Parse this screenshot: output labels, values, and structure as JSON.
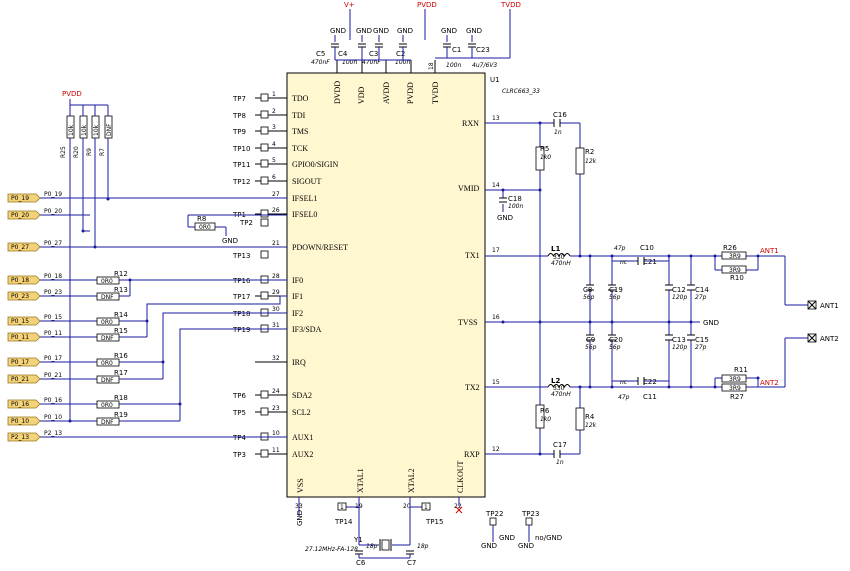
{
  "ic": {
    "ref": "U1",
    "part": "CLRC663_33"
  },
  "rails": {
    "vplus": "V+",
    "pvdd_top": "PVDD",
    "tvdd": "TVDD",
    "pvdd_left": "PVDD"
  },
  "left_pins": [
    {
      "tp": "TP7",
      "num": "1",
      "name": "TDO"
    },
    {
      "tp": "TP8",
      "num": "2",
      "name": "TDI"
    },
    {
      "tp": "TP9",
      "num": "3",
      "name": "TMS"
    },
    {
      "tp": "TP10",
      "num": "4",
      "name": "TCK"
    },
    {
      "tp": "TP11",
      "num": "5",
      "name": "GPIO0/SIGIN"
    },
    {
      "tp": "TP12",
      "num": "6",
      "name": "SIGOUT"
    },
    {
      "tp": "",
      "num": "27",
      "name": "IFSEL1"
    },
    {
      "tp": "TP1",
      "num": "26",
      "name": "IFSEL0"
    },
    {
      "tp": "",
      "num": "21",
      "name": "PDOWN/RESET"
    },
    {
      "tp": "TP13",
      "num": "",
      "name": ""
    },
    {
      "tp": "TP16",
      "num": "28",
      "name": "IF0"
    },
    {
      "tp": "TP17",
      "num": "29",
      "name": "IF1"
    },
    {
      "tp": "TP18",
      "num": "30",
      "name": "IF2"
    },
    {
      "tp": "TP19",
      "num": "31",
      "name": "IF3/SDA"
    },
    {
      "tp": "",
      "num": "32",
      "name": "IRQ"
    },
    {
      "tp": "TP6",
      "num": "24",
      "name": "SDA2"
    },
    {
      "tp": "TP5",
      "num": "23",
      "name": "SCL2"
    },
    {
      "tp": "TP4",
      "num": "10",
      "name": "AUX1"
    },
    {
      "tp": "TP3",
      "num": "11",
      "name": "AUX2"
    }
  ],
  "tp2": "TP2",
  "top_pins": [
    "DVDD",
    "VDD",
    "AVDD",
    "PVDD",
    "TVDD"
  ],
  "top_pin_18": "18",
  "right_pins": [
    {
      "num": "13",
      "name": "RXN"
    },
    {
      "num": "14",
      "name": "VMID"
    },
    {
      "num": "17",
      "name": "TX1"
    },
    {
      "num": "16",
      "name": "TVSS"
    },
    {
      "num": "15",
      "name": "TX2"
    },
    {
      "num": "12",
      "name": "RXP"
    }
  ],
  "bottom_pins": [
    {
      "num": "33",
      "name": "VSS"
    },
    {
      "num": "19",
      "name": "XTAL1"
    },
    {
      "num": "20",
      "name": "XTAL2"
    },
    {
      "num": "22",
      "name": "CLKOUT"
    }
  ],
  "ports": [
    "P0_19",
    "P0_20",
    "P0_27",
    "P0_18",
    "P0_23",
    "P0_15",
    "P0_11",
    "P0_17",
    "P0_21",
    "P0_16",
    "P0_10",
    "P2_13"
  ],
  "nets": [
    "P0_19",
    "P0_20",
    "P0_27",
    "P0_18",
    "P0_23",
    "P0_15",
    "P0_11",
    "P0_17",
    "P0_21",
    "P0_16",
    "P0_10",
    "P2_13"
  ],
  "pullups": [
    {
      "ref": "R25",
      "val": "10k"
    },
    {
      "ref": "R20",
      "val": "10k"
    },
    {
      "ref": "R9",
      "val": "10k"
    },
    {
      "ref": "R7",
      "val": "DNF"
    }
  ],
  "series_res": [
    {
      "ref": "R12",
      "val": "0R0"
    },
    {
      "ref": "R13",
      "val": "DNF"
    },
    {
      "ref": "R14",
      "val": "0R0"
    },
    {
      "ref": "R15",
      "val": "DNF"
    },
    {
      "ref": "R16",
      "val": "0R0"
    },
    {
      "ref": "R17",
      "val": "DNF"
    },
    {
      "ref": "R18",
      "val": "0R0"
    },
    {
      "ref": "R19",
      "val": "DNF"
    }
  ],
  "r8": {
    "ref": "R8",
    "val": "0R0"
  },
  "gnd": "GND",
  "top_caps": [
    {
      "ref": "C5",
      "val": "470nF"
    },
    {
      "ref": "C4",
      "val": "100n"
    },
    {
      "ref": "C3",
      "val": "470nF"
    },
    {
      "ref": "C2",
      "val": "100n"
    },
    {
      "ref": "C1",
      "val": "100n"
    },
    {
      "ref": "C23",
      "val": "4u7/6V3"
    }
  ],
  "rf": {
    "C16": "C16",
    "C16v": "1n",
    "R5": "R5",
    "R5v": "1k0",
    "R2": "R2",
    "R2v": "12k",
    "C18": "C18",
    "C18v": "100n",
    "L1": "L1",
    "L1v": "470nH",
    "L1n": "330",
    "C10": "C10",
    "C10v": "47p",
    "C21": "C21",
    "C21v": "nc",
    "C8": "C8",
    "C8v": "56p",
    "C19": "C19",
    "C19v": "56p",
    "C12": "C12",
    "C12v": "120p",
    "C14": "C14",
    "C14v": "27p",
    "R26": "R26",
    "R26v": "3R9",
    "R10": "R10",
    "R10v": "3R9",
    "ANT1": "ANT1",
    "C9": "C9",
    "C9v": "56p",
    "C20": "C20",
    "C20v": "56p",
    "C13": "C13",
    "C13v": "120p",
    "C15": "C15",
    "C15v": "27p",
    "L2": "L2",
    "L2v": "470nH",
    "L2n": "330",
    "C22": "C22",
    "C22v": "nc",
    "C11": "C11",
    "C11v": "47p",
    "R11": "R11",
    "R11v": "3R9",
    "R27": "R27",
    "R27v": "3R9",
    "ANT2": "ANT2",
    "R6": "R6",
    "R6v": "1k0",
    "R4": "R4",
    "R4v": "12k",
    "C17": "C17",
    "C17v": "1n",
    "ANT1c": "ANT1",
    "ANT2c": "ANT2"
  },
  "crystal": {
    "ref": "Y1",
    "val": "27.12MHz-FA-128",
    "C6": "C6",
    "C6v": "18p",
    "C7": "C7",
    "C7v": "18p",
    "TP14": "TP14",
    "TP15": "TP15"
  },
  "tp22": {
    "ref": "TP22",
    "label": "GND"
  },
  "tp23": {
    "ref": "TP23",
    "label": "no/GND"
  }
}
